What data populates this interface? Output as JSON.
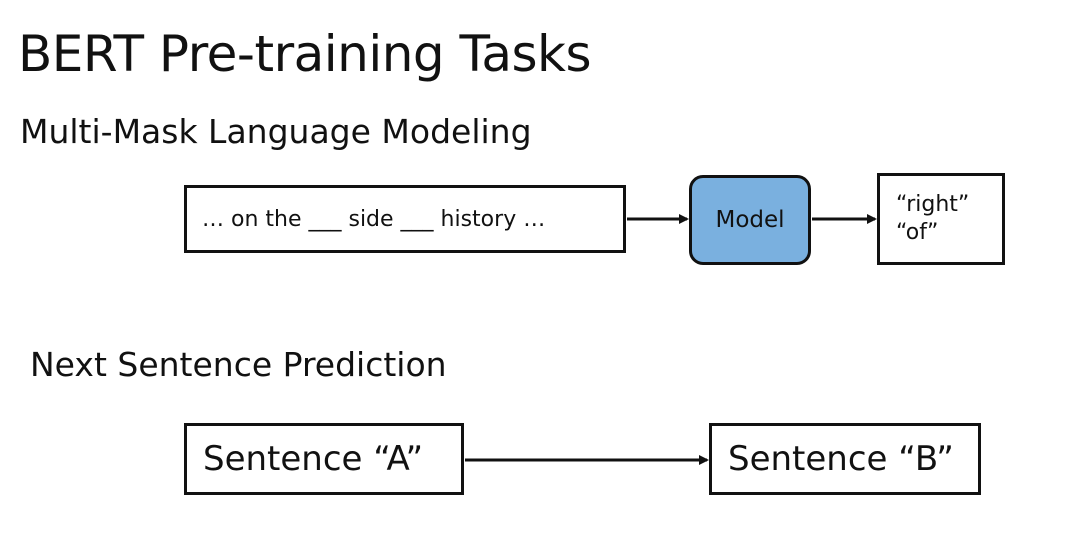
{
  "title": "BERT Pre-training Tasks",
  "mlm": {
    "heading": "Multi-Mask Language Modeling",
    "input_text": "… on the ___ side ___ history …",
    "model_label": "Model",
    "outputs": [
      "“right”",
      "“of”"
    ]
  },
  "nsp": {
    "heading": "Next Sentence Prediction",
    "sentence_a": "Sentence “A”",
    "sentence_b": "Sentence “B”"
  },
  "colors": {
    "model_fill": "#7ab0df",
    "stroke": "#111111"
  }
}
